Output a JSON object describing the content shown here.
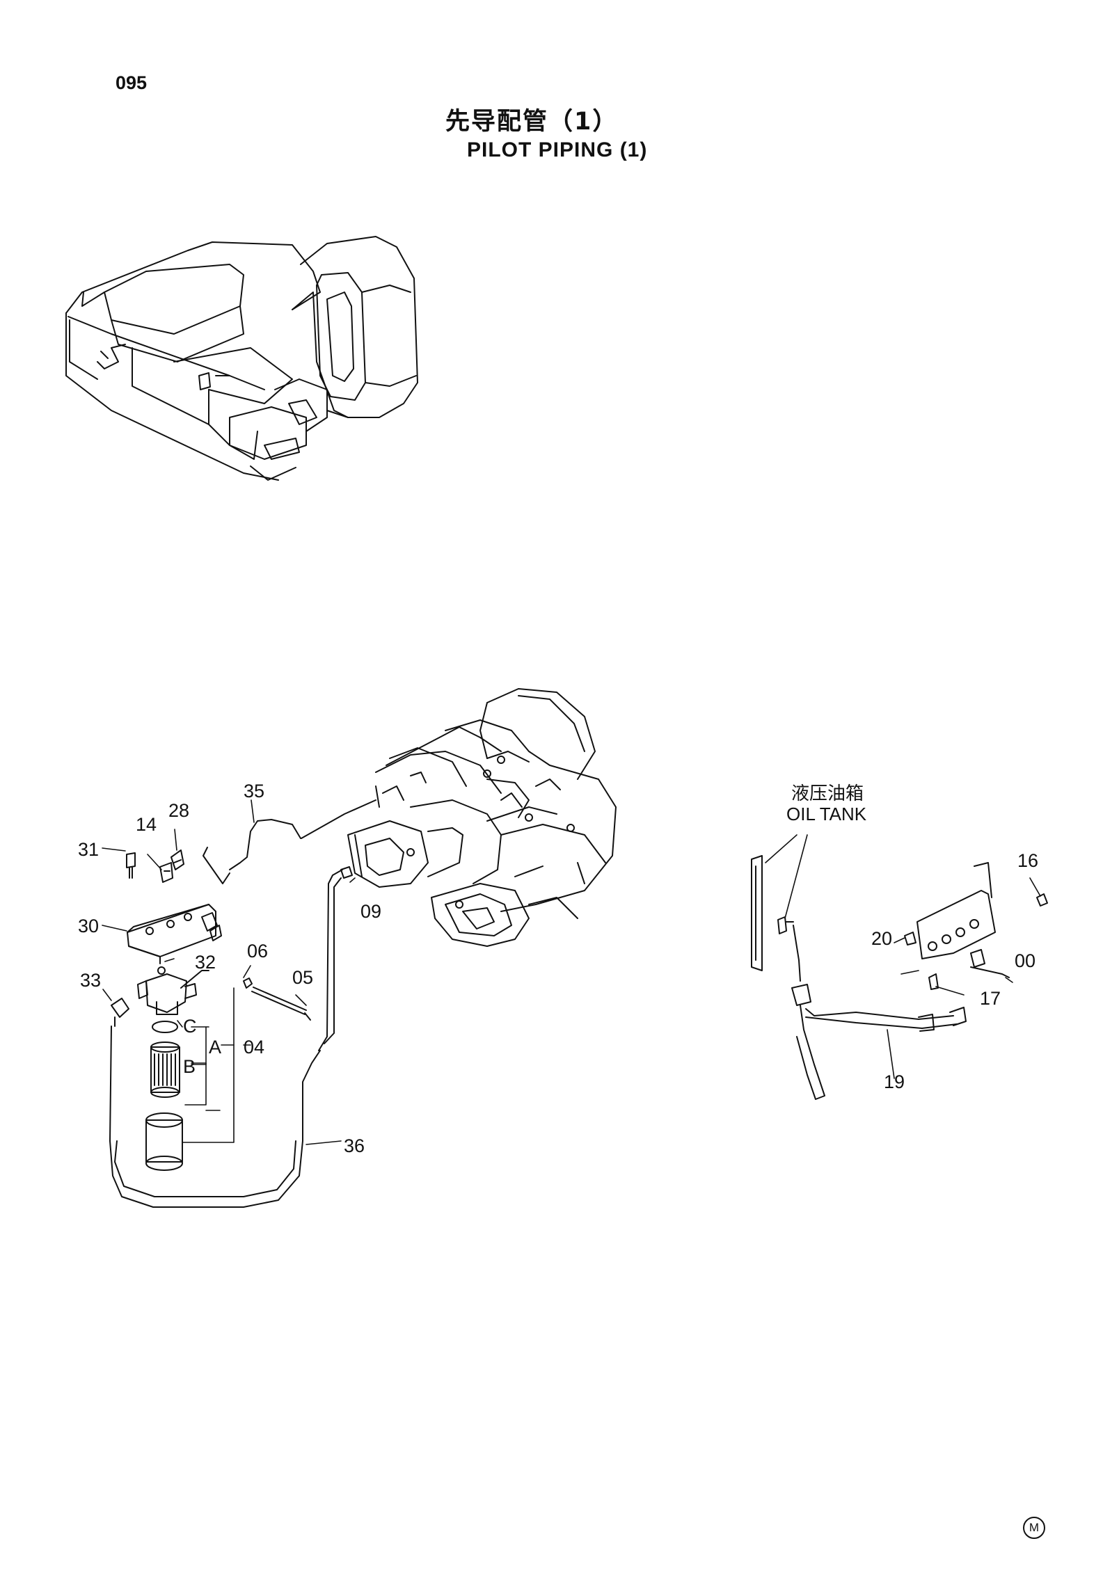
{
  "header": {
    "page_number": "095",
    "title_cn": "先导配管（1）",
    "title_en": "PILOT  PIPING (1)"
  },
  "oil_tank": {
    "label_cn": "液压油箱",
    "label_en": "OIL  TANK"
  },
  "callouts": {
    "c31": "31",
    "c14": "14",
    "c28": "28",
    "c35": "35",
    "c30": "30",
    "c09": "09",
    "c32": "32",
    "c06": "06",
    "c05": "05",
    "c33": "33",
    "cC": "C",
    "cA": "A",
    "c04": "04",
    "cB": "B",
    "c36": "36",
    "c16": "16",
    "c20": "20",
    "c00": "00",
    "c17": "17",
    "c19": "19"
  },
  "footer": {
    "mark": "M"
  }
}
